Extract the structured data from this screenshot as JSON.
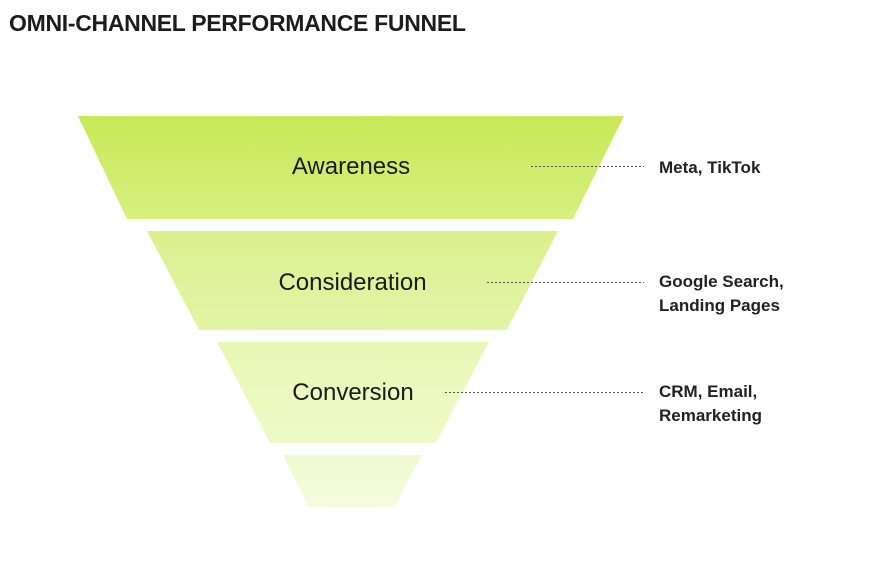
{
  "title": "OMNI-CHANNEL PERFORMANCE FUNNEL",
  "colors": {
    "tier_top": [
      "#c7e957",
      "#dbf08f",
      "#e8f7b6",
      "#f0fad0"
    ],
    "tier_bottom": [
      "#d7f07f",
      "#e3f4a6",
      "#eefac7",
      "#f5fce0"
    ],
    "leader": "#555555"
  },
  "stages": [
    {
      "label": "Awareness",
      "channels": [
        "Meta, TikTok"
      ]
    },
    {
      "label": "Consideration",
      "channels": [
        "Google Search,",
        "Landing Pages"
      ]
    },
    {
      "label": "Conversion",
      "channels": [
        "CRM, Email,",
        "Remarketing"
      ]
    },
    {
      "label": "",
      "channels": []
    }
  ]
}
